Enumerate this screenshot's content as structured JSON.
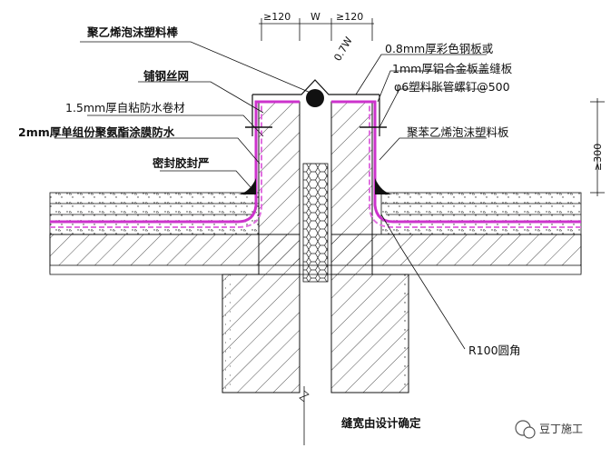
{
  "title": "屋面变形缝构造详图",
  "labels": {
    "rod_top": "聚乙烯泡沫塑料棒",
    "cover_plate_1": "0.8mm厚彩色钢板或",
    "cover_plate_2": "1mm厚铝合金板盖缝板",
    "nail": "φ6塑料胀管螺钉@500",
    "mesh": "铺钢丝网",
    "membrane": "1.5mm厚自粘防水卷材",
    "coating": "2mm厚单组份聚氨酯涂膜防水",
    "sealant": "密封胶封严",
    "eps_board": "聚苯乙烯泡沫塑料板",
    "fillet": "R100圆角",
    "gap_note": "缝宽由设计确定"
  },
  "dimensions": {
    "left_min": "≥120",
    "width": "W",
    "right_min": "≥120",
    "slope": "0.7W",
    "height": "≥300"
  },
  "watermark": {
    "text": "豆丁施工"
  },
  "colors": {
    "line": "#111111",
    "membrane": "#cc33cc",
    "pink": "#e070e0"
  }
}
